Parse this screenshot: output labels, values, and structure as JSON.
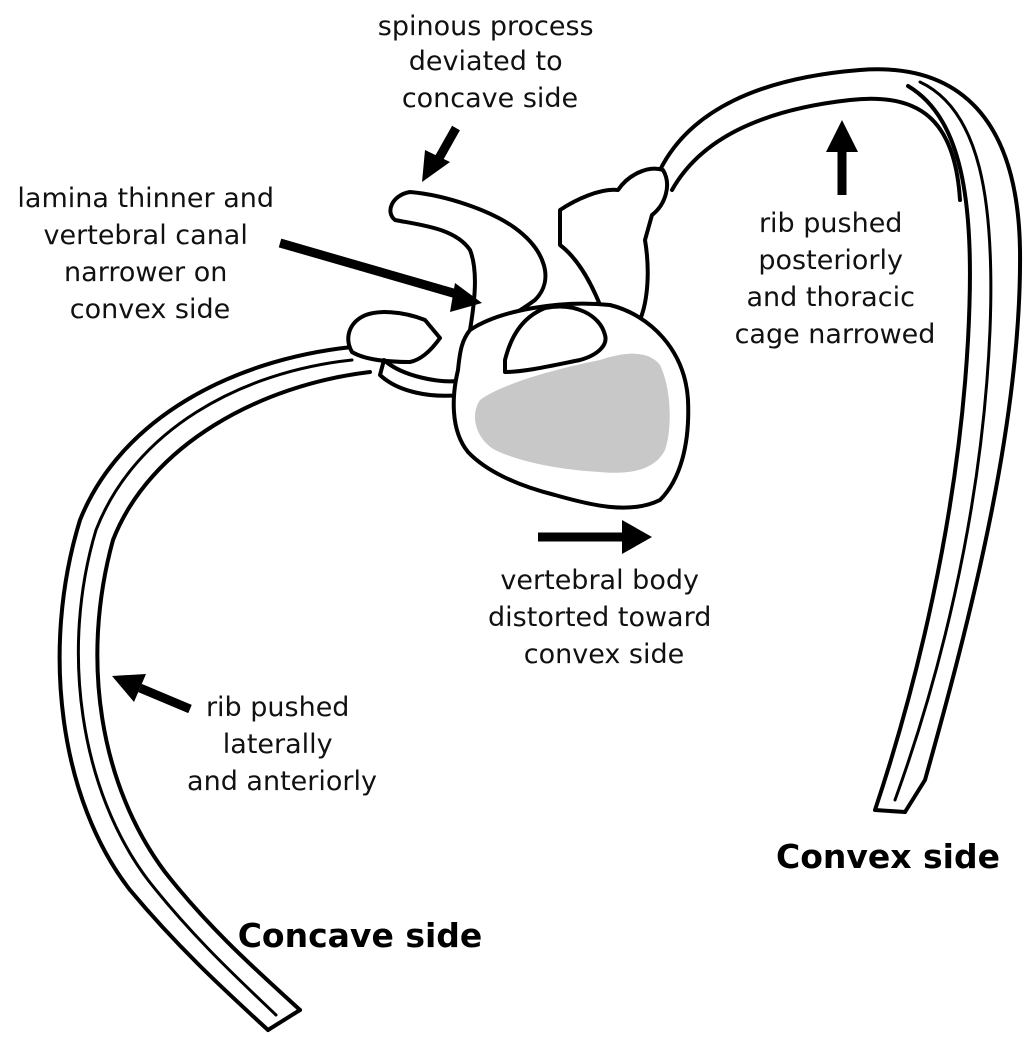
{
  "labels": {
    "spinous": [
      "spinous process",
      "deviated to",
      "concave side"
    ],
    "lamina": [
      "lamina thinner and",
      "vertebral canal",
      "narrower on",
      "convex side"
    ],
    "rib_posterior": [
      "rib pushed",
      "posteriorly",
      "and thoracic",
      "cage narrowed"
    ],
    "vertebral_body": [
      "vertebral body",
      "distorted toward",
      "convex side"
    ],
    "rib_lateral": [
      "rib pushed",
      "laterally",
      "and anteriorly"
    ],
    "convex_side": "Convex side",
    "concave_side": "Concave side"
  },
  "colors": {
    "outline": "#000000",
    "vertebral_body_fill": "#c8c8c8",
    "background": "#ffffff"
  }
}
